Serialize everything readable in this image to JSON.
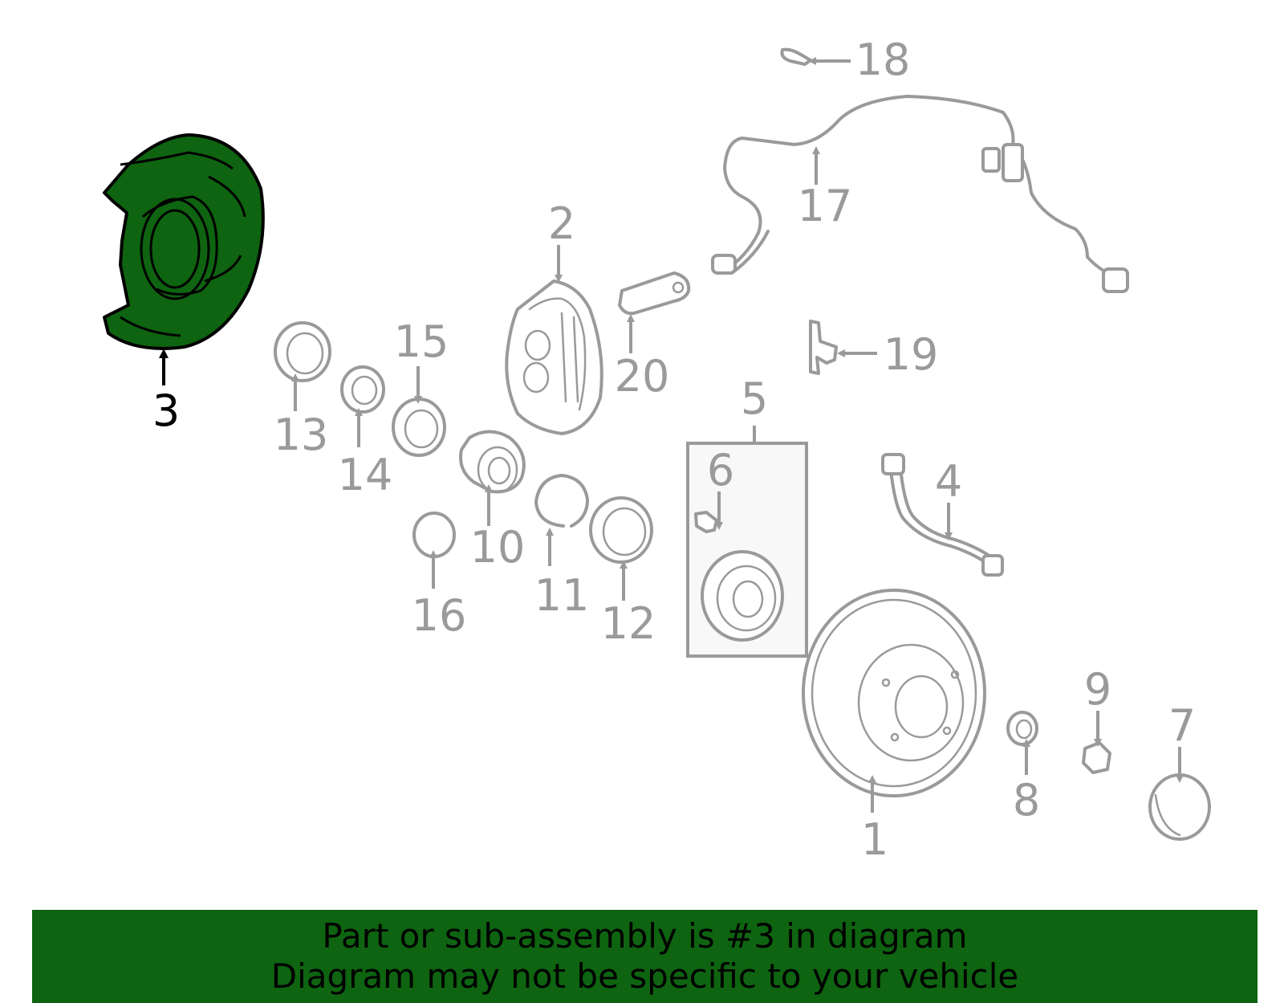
{
  "colors": {
    "highlight_fill": "#0e6410",
    "line_gray": "#9a9a9a",
    "selected_text": "#000000",
    "banner_bg": "#0e6410"
  },
  "callouts": {
    "c1": "1",
    "c2": "2",
    "c3": "3",
    "c4": "4",
    "c5": "5",
    "c6": "6",
    "c7": "7",
    "c8": "8",
    "c9": "9",
    "c10": "10",
    "c11": "11",
    "c12": "12",
    "c13": "13",
    "c14": "14",
    "c15": "15",
    "c16": "16",
    "c17": "17",
    "c18": "18",
    "c19": "19",
    "c20": "20"
  },
  "banner": {
    "line1": "Part or sub-assembly is #3 in diagram",
    "line2": "Diagram may not be specific to your vehicle"
  }
}
